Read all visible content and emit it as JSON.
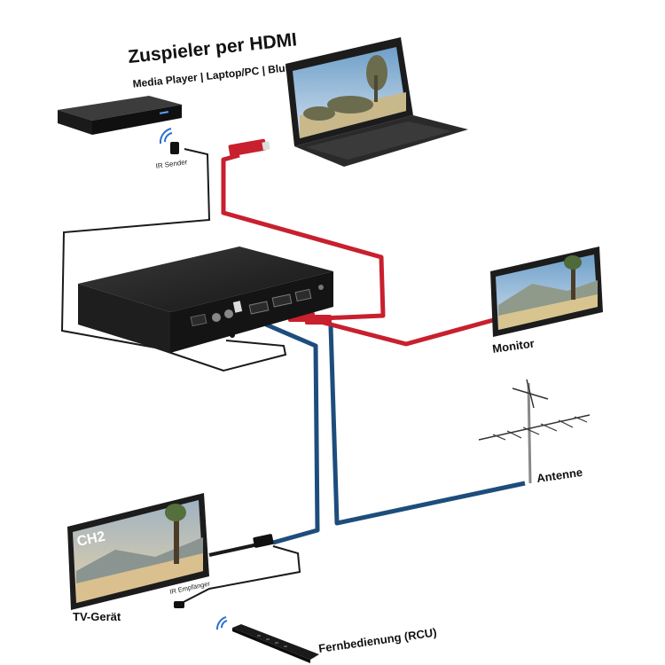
{
  "title": "Zuspieler per HDMI",
  "subtitle": "Media Player | Laptop/PC | Bluray-Player",
  "labels": {
    "ir_sender": "IR Sender",
    "monitor": "Monitor",
    "antenne": "Antenne",
    "tv": "TV-Gerät",
    "tv_channel": "CH2",
    "ir_receiver": "IR Empfänger",
    "remote": "Fernbedienung (RCU)"
  },
  "colors": {
    "hdmi": "#c8202e",
    "coax": "#1d4d7c",
    "ir": "#1a1a1a",
    "device": "#222222"
  }
}
